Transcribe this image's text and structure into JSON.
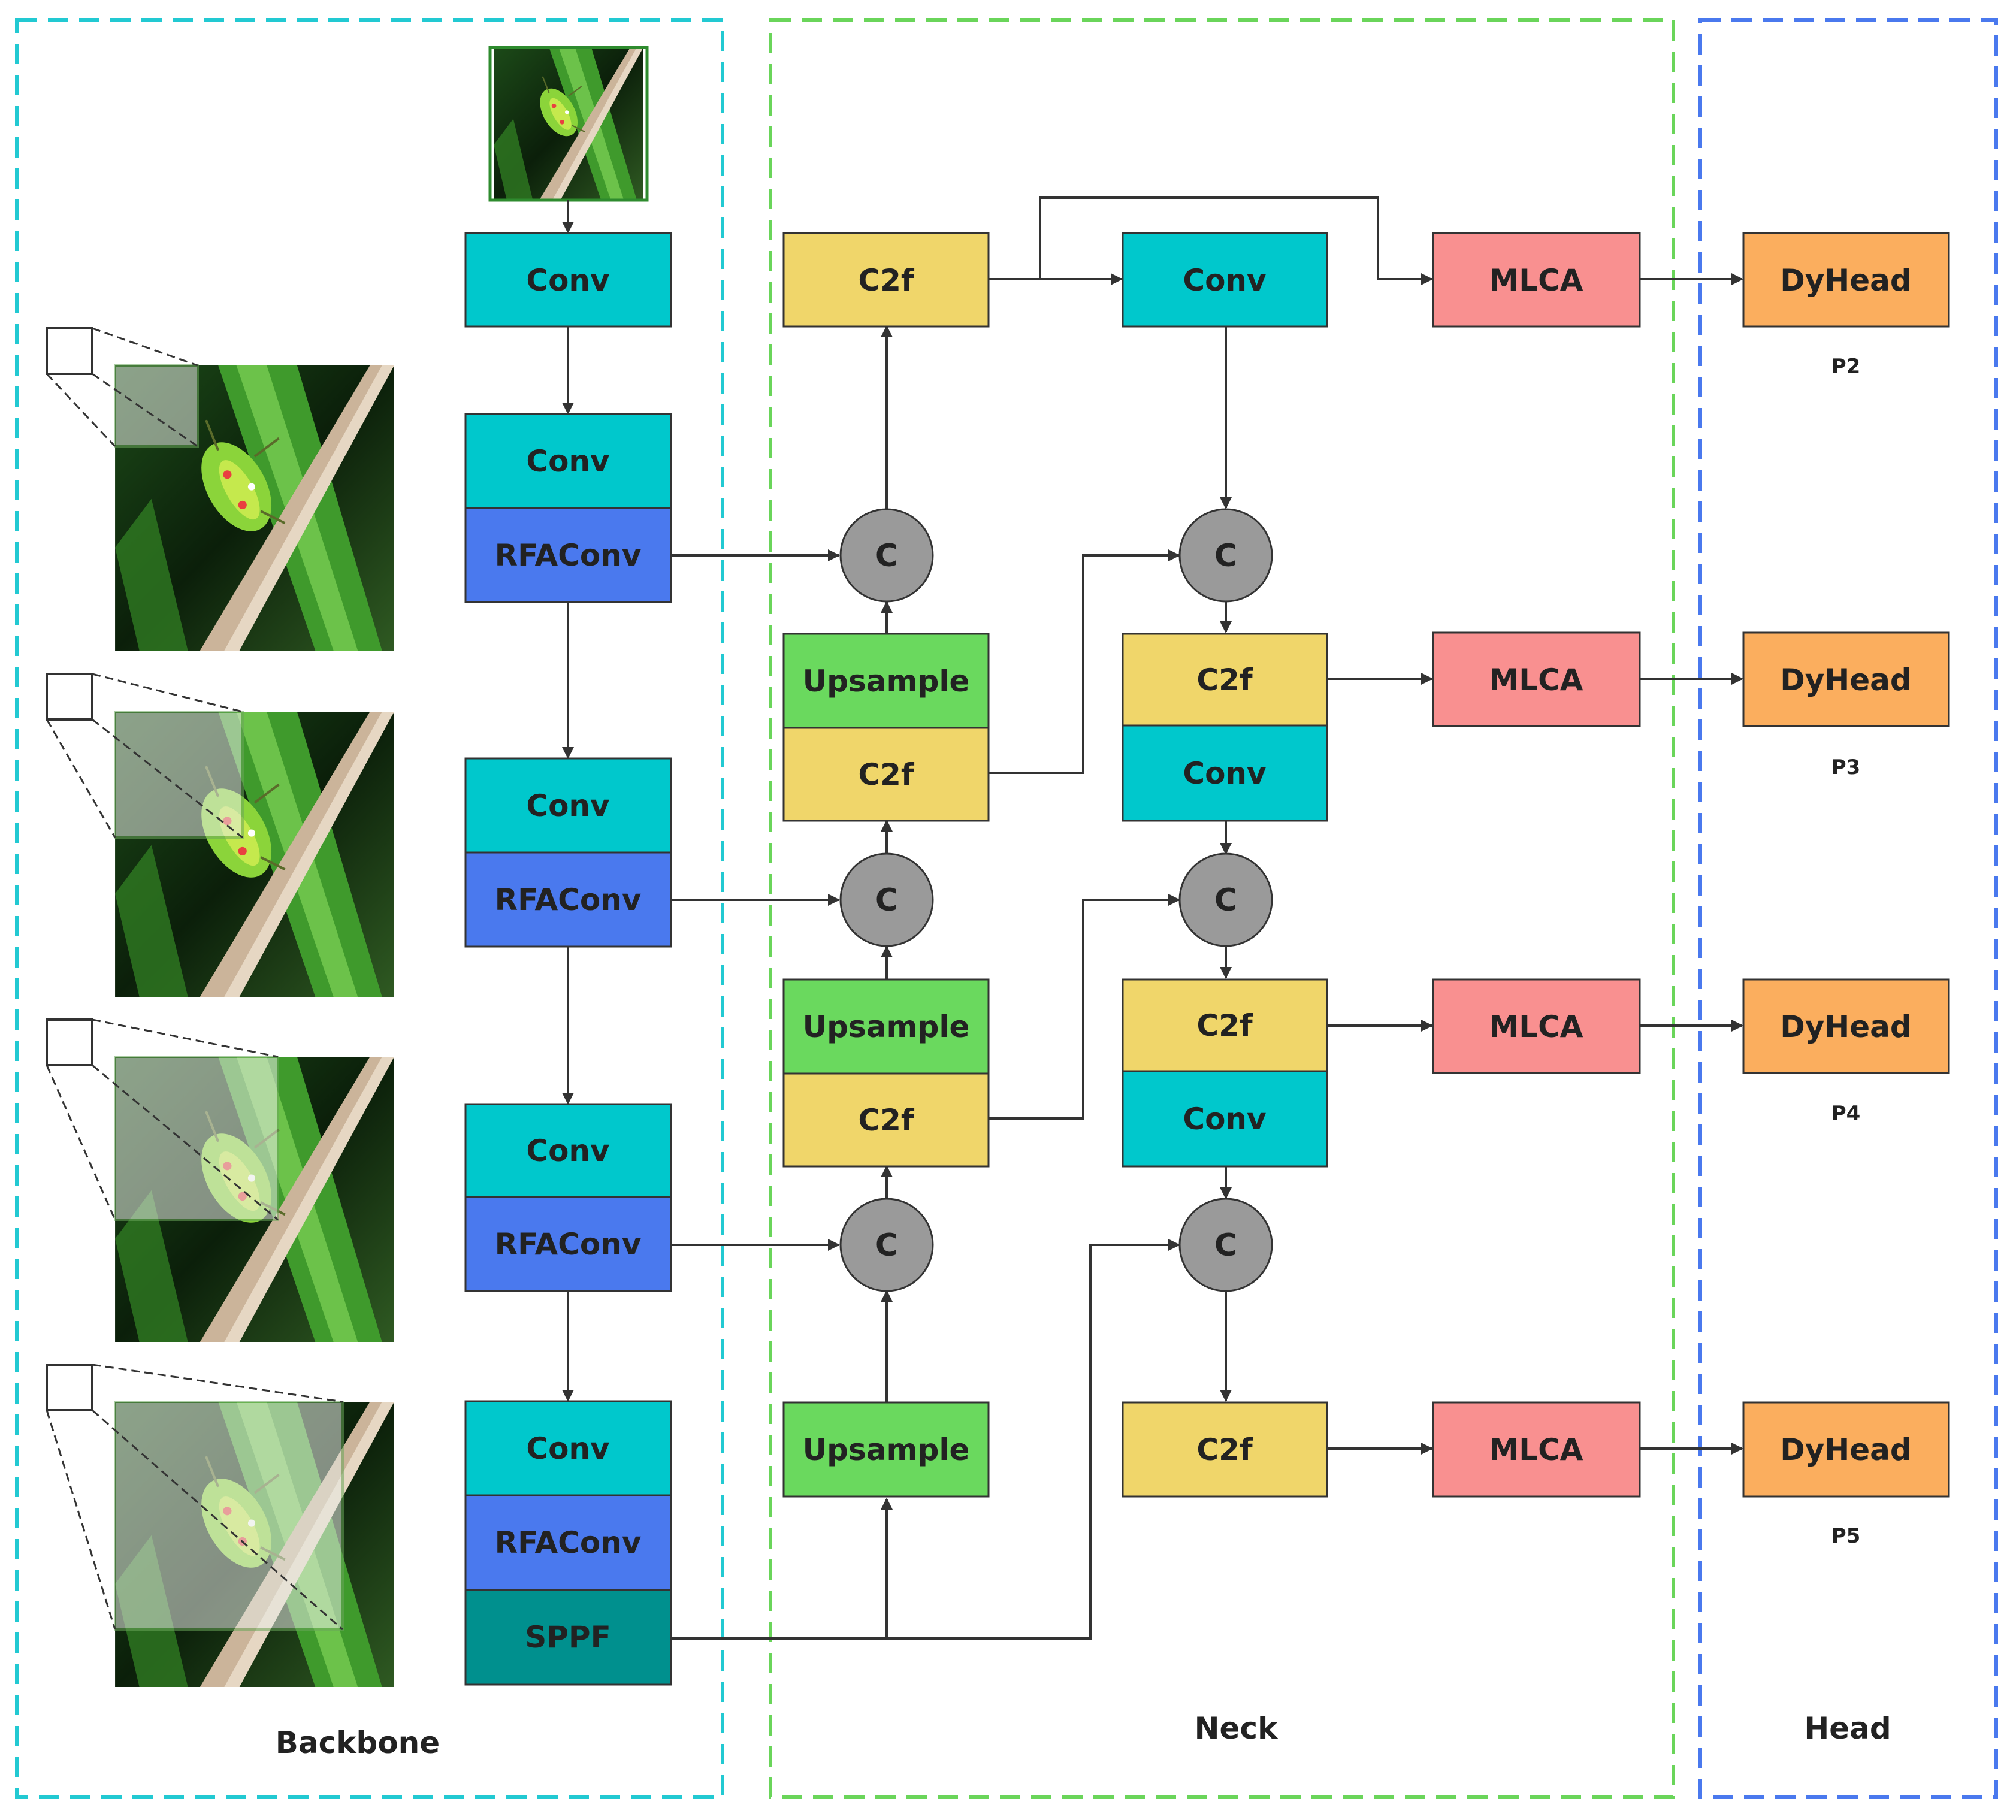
{
  "sections": {
    "backbone": "Backbone",
    "neck": "Neck",
    "head": "Head"
  },
  "backbone": {
    "conv1": "Conv",
    "conv2": "Conv",
    "rfa2": "RFAConv",
    "conv3": "Conv",
    "rfa3": "RFAConv",
    "conv4": "Conv",
    "rfa4": "RFAConv",
    "conv5": "Conv",
    "rfa5": "RFAConv",
    "sppf": "SPPF"
  },
  "neck": {
    "c2f_top": "C2f",
    "upsample1": "Upsample",
    "c2f_1": "C2f",
    "upsample2": "Upsample",
    "c2f_2": "C2f",
    "upsample3": "Upsample",
    "conv_top": "Conv",
    "c2f_r1": "C2f",
    "conv_r1": "Conv",
    "c2f_r2": "C2f",
    "conv_r2": "Conv",
    "c2f_r3": "C2f",
    "concat": "C"
  },
  "mlca": [
    "MLCA",
    "MLCA",
    "MLCA",
    "MLCA"
  ],
  "dyhead": [
    "DyHead",
    "DyHead",
    "DyHead",
    "DyHead"
  ],
  "plabels": [
    "P2",
    "P3",
    "P4",
    "P5"
  ],
  "colors": {
    "conv": "#00C8CC",
    "rfaconv": "#4A79EE",
    "sppf": "#00908E",
    "c2f": "#F0D66A",
    "upsample": "#6AD95E",
    "mlca": "#F99090",
    "dyhead": "#FBAE5E",
    "concat": "#9A9A9A",
    "backbone_border": "#22C9D2",
    "neck_border": "#6AD55A",
    "head_border": "#4A79EE"
  },
  "icons": [
    "insect-photo",
    "receptive-field-zoom"
  ]
}
